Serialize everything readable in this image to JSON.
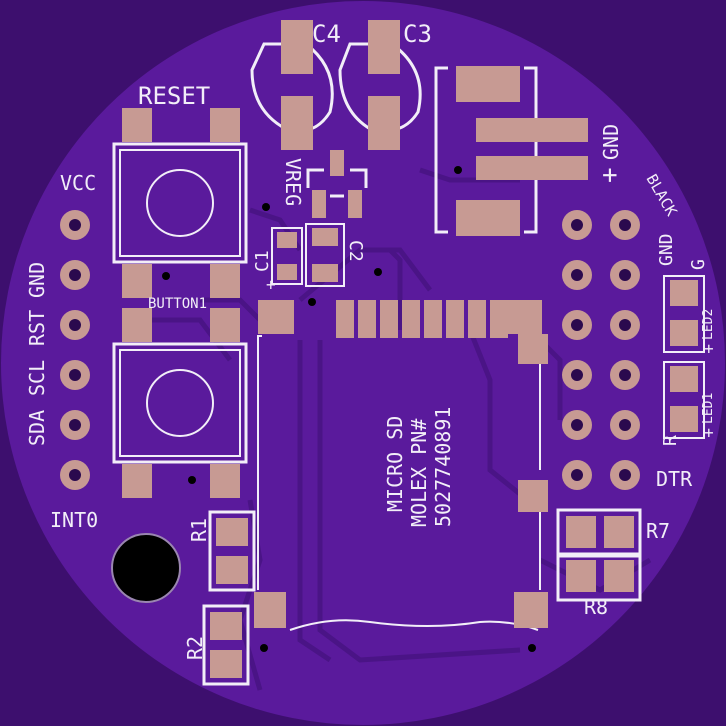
{
  "colors": {
    "background": "#3d0f6e",
    "board": "#5a1a9c",
    "trace": "#4a1486",
    "pad": "#c79a93",
    "silkscreen": "#f2eef8",
    "hole": "#2a0a4e"
  },
  "labels": {
    "c4": "C4",
    "c3": "C3",
    "reset": "RESET",
    "gnd_top": "GND",
    "plus_top": "+",
    "vreg": "VREG",
    "vcc": "VCC",
    "black": "BLACK",
    "gnd_right": "GND",
    "g": "G",
    "c1": "C1",
    "c2": "C2",
    "c1_plus": "+",
    "button1": "BUTTON1",
    "gnd_left": "GND",
    "rst": "RST",
    "scl": "SCL",
    "sda": "SDA",
    "led2": "LED2",
    "led1": "LED1",
    "led2_plus": "+",
    "led1_plus": "+",
    "r_partial": "R",
    "micro_sd": "MICRO SD",
    "molex_pn": "MOLEX PN#",
    "part_number": "5027740891",
    "dtr": "DTR",
    "int0": "INT0",
    "r1": "R1",
    "r7": "R7",
    "r8": "R8",
    "r2": "R2"
  }
}
